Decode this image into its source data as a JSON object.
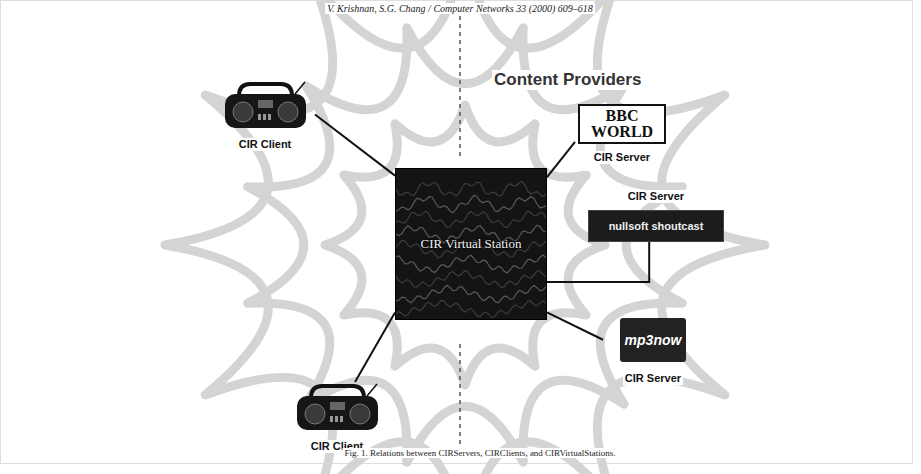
{
  "diagram": {
    "caption": "Fig. 1. Relations between CIRServers, CIRClients, and CIRVirtualStations.",
    "nodes": [
      {
        "text": [
          "CIR Client"
        ]
      },
      {
        "text": [
          "CIR Virtual Station"
        ]
      },
      {
        "text": [
          "BBC WORLD",
          "CIR Server"
        ]
      },
      {
        "text": [
          "CIR Server",
          "nullsoft shoutcast"
        ]
      },
      {
        "text": [
          "mp3now",
          "CIR Server"
        ]
      },
      {
        "text": [
          "CIR Client"
        ]
      }
    ],
    "edges": [
      {
        "from": 0,
        "to": 1,
        "arrow": "none"
      },
      {
        "from": 2,
        "to": 1,
        "arrow": "none"
      },
      {
        "from": 3,
        "to": 1,
        "arrow": "none"
      },
      {
        "from": 4,
        "to": 1,
        "arrow": "none"
      },
      {
        "from": 5,
        "to": 1,
        "arrow": "none"
      }
    ],
    "labels": [
      "V. Krishnan, S.G. Chang / Computer Networks 33 (2000) 609–618",
      "Content Providers"
    ]
  }
}
